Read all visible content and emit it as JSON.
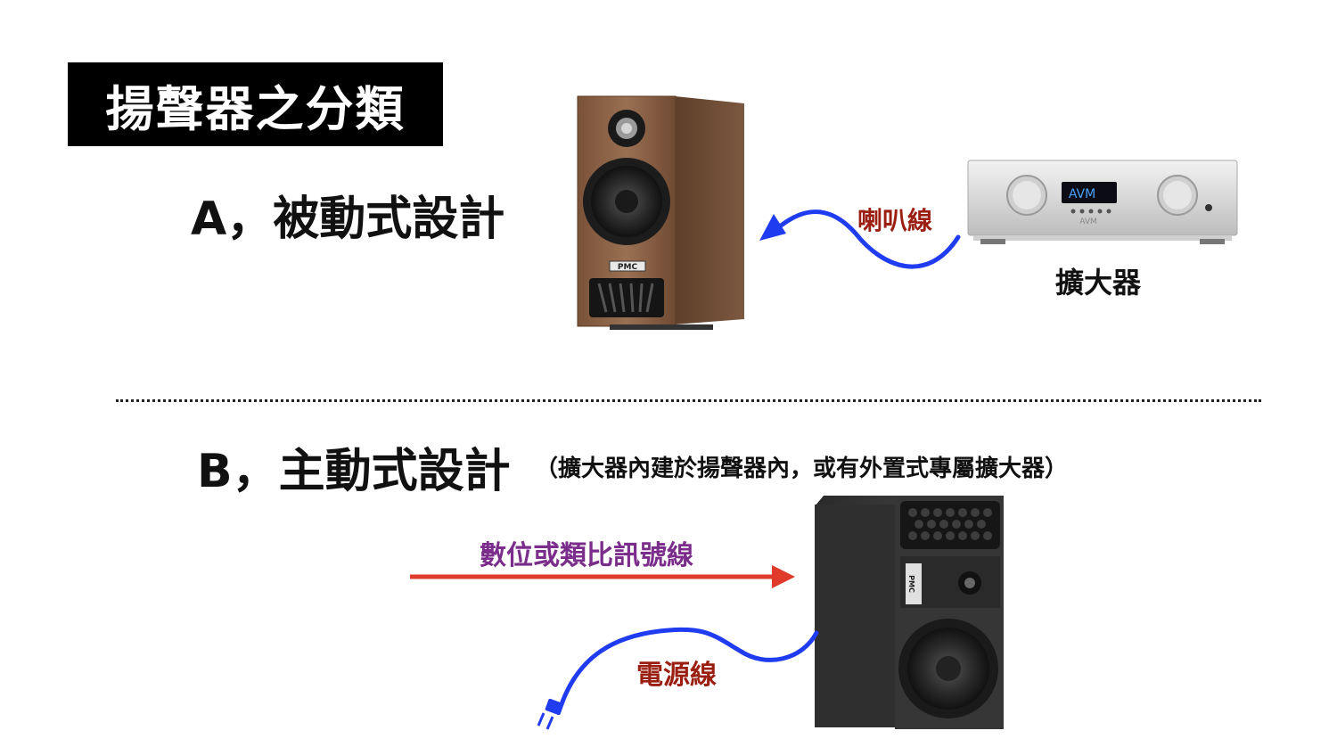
{
  "title": "揚聲器之分類",
  "section_a": {
    "heading": "A，被動式設計",
    "cable_label": "喇叭線",
    "amp_label": "擴大器",
    "speaker_logo": "PMC",
    "amp_display": "AVM",
    "amp_brand": "AVM"
  },
  "section_b": {
    "heading": "B，主動式設計",
    "note": "（擴大器內建於揚聲器內，或有外置式專屬擴大器）",
    "signal_label": "數位或類比訊號線",
    "power_label": "電源線",
    "speaker_logo": "PMC"
  },
  "colors": {
    "cable_blue": "#1f3cf0",
    "signal_red": "#e03a2a",
    "speaker_label_red": "#9a1f12",
    "signal_label_purple": "#7b2d8b",
    "walnut": "#8a6448"
  }
}
